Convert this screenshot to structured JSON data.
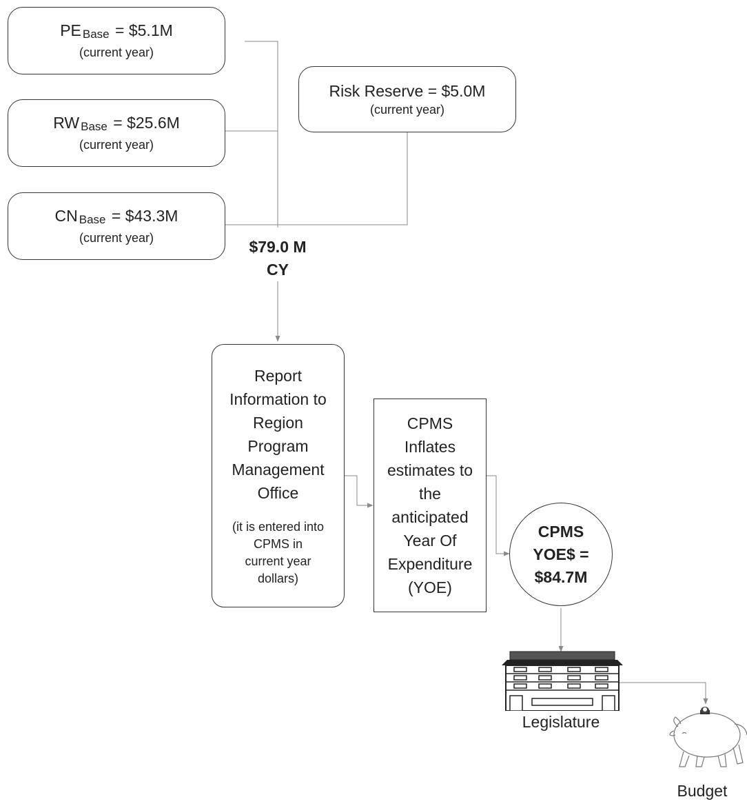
{
  "boxes": {
    "pe": {
      "prefix": "PE",
      "sub": "Base",
      "value": "= $5.1M",
      "note": "(current year)"
    },
    "rw": {
      "prefix": "RW",
      "sub": "Base",
      "value": "= $25.6M",
      "note": "(current year)"
    },
    "cn": {
      "prefix": "CN",
      "sub": "Base",
      "value": "= $43.3M",
      "note": "(current year)"
    },
    "risk": {
      "title": "Risk Reserve = $5.0M",
      "note": "(current year)"
    }
  },
  "total": {
    "line1": "$79.0 M",
    "line2": "CY"
  },
  "report": {
    "lines": [
      "Report",
      "Information to",
      "Region",
      "Program",
      "Management",
      "Office"
    ],
    "note_lines": [
      "(it is entered into",
      "CPMS in",
      "current year",
      "dollars)"
    ]
  },
  "cpms": {
    "lines": [
      "CPMS",
      "Inflates",
      "estimates to",
      "the",
      "anticipated",
      "Year Of",
      "Expenditure",
      "(YOE)"
    ]
  },
  "yoe": {
    "lines": [
      "CPMS",
      "YOE$ =",
      "$84.7M"
    ]
  },
  "legislature": {
    "label": "Legislature"
  },
  "budget": {
    "label": "Budget"
  },
  "colors": {
    "connector": "#8a8a8a",
    "border": "#333333"
  }
}
